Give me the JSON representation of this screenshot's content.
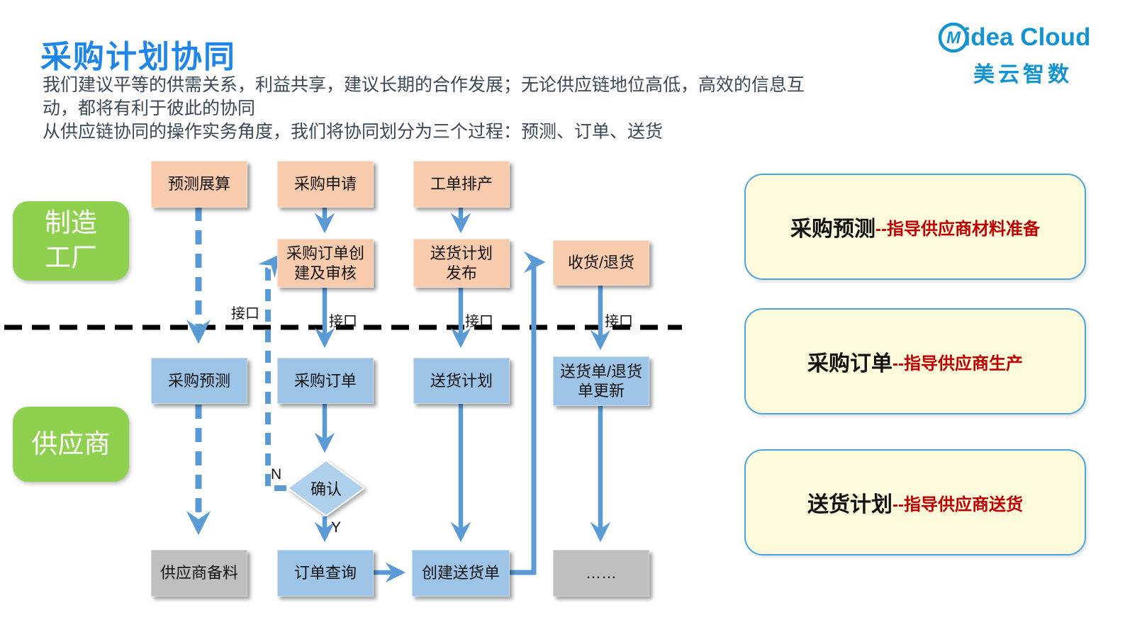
{
  "page": {
    "title": "采购计划协同",
    "intro_line1": "我们建议平等的供需关系，利益共享，建议长期的合作发展；无论供应链地位高低，高效的信息互",
    "intro_line2": "动，都将有利于彼此的协同",
    "intro_line3": "从供应链协同的操作实务角度，我们将协同划分为三个过程：预测、订单、送货"
  },
  "logo": {
    "monogram": "M",
    "wordmark": "idea Cloud",
    "subtitle": "美云智数"
  },
  "lanes": {
    "factory": "制造\n工厂",
    "supplier": "供应商"
  },
  "flowchart": {
    "interface_label": "接口",
    "nodes": {
      "forecast_calc": "预测展算",
      "purchase_request": "采购申请",
      "work_order_schedule": "工单排产",
      "po_create_review": "采购订单创\n建及审核",
      "delivery_plan_publish": "送货计划\n发布",
      "receive_return": "收货/退货",
      "purchase_forecast": "采购预测",
      "purchase_order": "采购订单",
      "delivery_plan": "送货计划",
      "delivery_note_update": "送货单/退货\n单更新",
      "supplier_prepare": "供应商备料",
      "order_query": "订单查询",
      "create_delivery_note": "创建送货单",
      "ellipsis": "……"
    },
    "decision": {
      "label": "确认",
      "no": "N",
      "yes": "Y"
    }
  },
  "legend": [
    {
      "title": "采购预测",
      "desc": "--指导供应商材料准备"
    },
    {
      "title": "采购订单",
      "desc": "--指导供应商生产"
    },
    {
      "title": "送货计划",
      "desc": "--指导供应商送货"
    }
  ],
  "colors": {
    "title_blue": "#1F86E8",
    "logo_blue": "#1493D3",
    "arrow_blue": "#5B9BD5",
    "box_blue": "#9DC3E6",
    "box_orange": "#F8CBAD",
    "box_gray": "#BFBFBF",
    "lane_green": "#8FD14F",
    "panel_yellow": "#FEFBDC",
    "panel_border": "#4BA6DB",
    "legend_red": "#C00000",
    "divider_black": "#000000"
  }
}
